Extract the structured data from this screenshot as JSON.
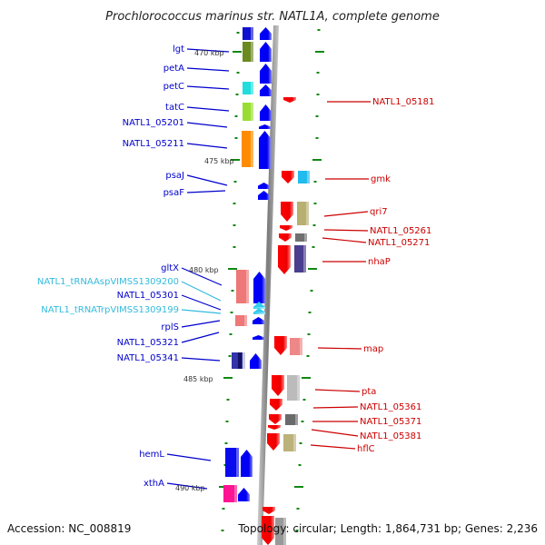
{
  "title": "Prochlorococcus marinus str. NATL1A, complete genome",
  "footer": {
    "accession": "Accession: NC_008819",
    "summary": "Topology: circular; Length: 1,864,731 bp; Genes: 2,236"
  },
  "colors": {
    "forward_label": "#0000cc",
    "trna_label": "#33bbdd",
    "reverse_label": "#cc0000",
    "tick": "#118811",
    "backbone": "#888888",
    "forward_arrow": "#0000ee",
    "reverse_arrow": "#ee0000"
  },
  "kbp_markers": [
    "470 kbp",
    "475 kbp",
    "480 kbp",
    "485 kbp",
    "490 kbp"
  ],
  "forward_labels": [
    {
      "name": "lgt",
      "type": "gene"
    },
    {
      "name": "petA",
      "type": "gene"
    },
    {
      "name": "petC",
      "type": "gene"
    },
    {
      "name": "tatC",
      "type": "gene"
    },
    {
      "name": "NATL1_05201",
      "type": "gene"
    },
    {
      "name": "NATL1_05211",
      "type": "gene"
    },
    {
      "name": "psaJ",
      "type": "gene"
    },
    {
      "name": "psaF",
      "type": "gene"
    },
    {
      "name": "gltX",
      "type": "gene"
    },
    {
      "name": "NATL1_tRNAAspVIMSS1309200",
      "type": "trna"
    },
    {
      "name": "NATL1_05301",
      "type": "gene"
    },
    {
      "name": "NATL1_tRNATrpVIMSS1309199",
      "type": "trna"
    },
    {
      "name": "rplS",
      "type": "gene"
    },
    {
      "name": "NATL1_05321",
      "type": "gene"
    },
    {
      "name": "NATL1_05341",
      "type": "gene"
    },
    {
      "name": "hemL",
      "type": "gene"
    },
    {
      "name": "xthA",
      "type": "gene"
    }
  ],
  "reverse_labels": [
    {
      "name": "NATL1_05181"
    },
    {
      "name": "gmk"
    },
    {
      "name": "qri7"
    },
    {
      "name": "NATL1_05261"
    },
    {
      "name": "NATL1_05271"
    },
    {
      "name": "nhaP"
    },
    {
      "name": "map"
    },
    {
      "name": "pta"
    },
    {
      "name": "NATL1_05361"
    },
    {
      "name": "NATL1_05371"
    },
    {
      "name": "NATL1_05381"
    },
    {
      "name": "hflC"
    }
  ]
}
